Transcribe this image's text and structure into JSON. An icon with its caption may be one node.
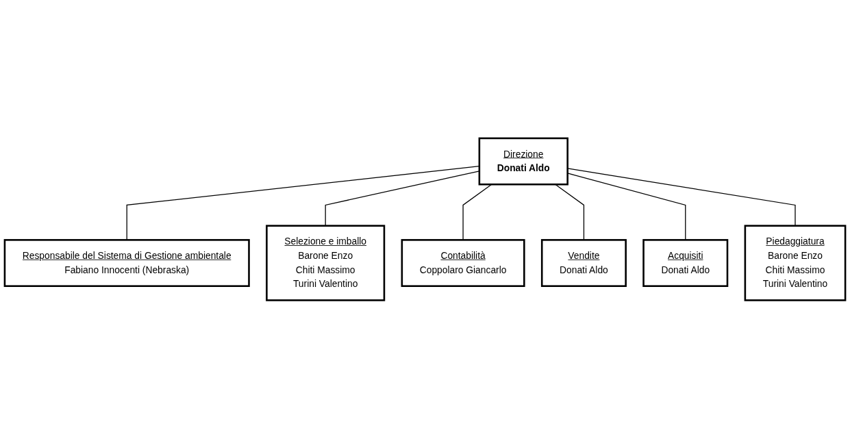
{
  "diagram": {
    "nodes": [
      {
        "text": [
          "Direzione",
          "Donati Aldo"
        ]
      },
      {
        "text": [
          "Responsabile del Sistema di Gestione ambientale",
          "Fabiano Innocenti (Nebraska)"
        ]
      },
      {
        "text": [
          "Selezione e imballo",
          "Barone Enzo",
          "Chiti Massimo",
          "Turini Valentino"
        ]
      },
      {
        "text": [
          "Contabilità",
          "Coppolaro Giancarlo"
        ]
      },
      {
        "text": [
          "Vendite",
          "Donati Aldo"
        ]
      },
      {
        "text": [
          "Acquisiti",
          "Donati Aldo"
        ]
      },
      {
        "text": [
          "Piedaggiatura",
          "Barone Enzo",
          "Chiti Massimo",
          "Turini Valentino"
        ]
      }
    ],
    "edges": [
      {
        "from": 0,
        "to": 1,
        "arrow": "none"
      },
      {
        "from": 0,
        "to": 2,
        "arrow": "none"
      },
      {
        "from": 0,
        "to": 3,
        "arrow": "none"
      },
      {
        "from": 0,
        "to": 4,
        "arrow": "none"
      },
      {
        "from": 0,
        "to": 5,
        "arrow": "none"
      },
      {
        "from": 0,
        "to": 6,
        "arrow": "none"
      }
    ]
  }
}
